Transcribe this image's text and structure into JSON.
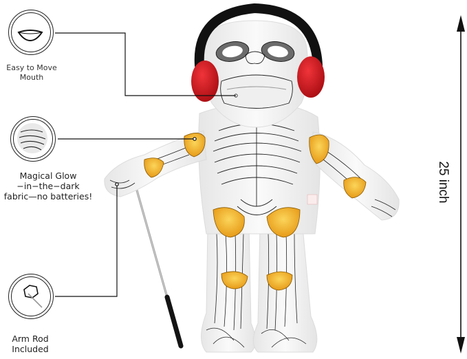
{
  "features": [
    {
      "id": "mouth",
      "icon": "mouth-icon",
      "lines": [
        "Easy to  Move",
        "Mouth"
      ]
    },
    {
      "id": "glow",
      "icon": "glow-fabric-icon",
      "lines": [
        "Magical Glow",
        "−in−the−dark",
        "fabric—no batteries!"
      ]
    },
    {
      "id": "rod",
      "icon": "arm-rod-icon",
      "lines": [
        "Arm Rod",
        "Included"
      ]
    }
  ],
  "measurement": {
    "value": "25 inch"
  },
  "colors": {
    "line": "#1a1a1a",
    "earmuff": "#d9141c",
    "headband": "#111111",
    "bone_gold": "#f0b52a",
    "body": "#f4f4f4"
  }
}
